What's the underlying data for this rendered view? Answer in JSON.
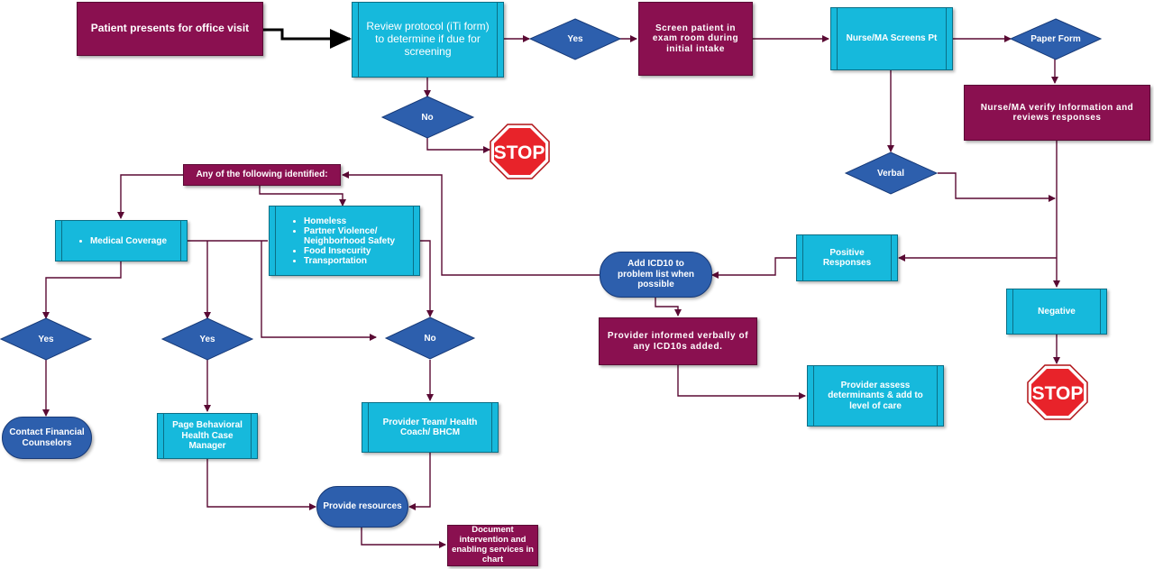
{
  "nodes": {
    "patient_presents": "Patient presents for office visit",
    "review_protocol": "Review protocol (iTi form) to determine if due for screening",
    "screen_patient": "Screen patient in exam room during initial intake",
    "nurse_screens": "Nurse/MA Screens Pt",
    "nurse_verify": "Nurse/MA verify Information and reviews responses",
    "positive_responses": "Positive Responses",
    "negative": "Negative",
    "add_icd10": "Add ICD10 to problem list when possible",
    "provider_informed": "Provider informed verbally of any ICD10s added.",
    "provider_assess": "Provider assess determinants & add to level of care",
    "any_identified": "Any of the following identified:",
    "medical_coverage": "Medical Coverage",
    "conditions": [
      "Homeless",
      "Partner Violence/ Neighborhood Safety",
      "Food Insecurity",
      "Transportation"
    ],
    "contact_financial": "Contact Financial Counselors",
    "page_behavioral": "Page Behavioral Health Case Manager",
    "provider_team": "Provider Team/ Health Coach/ BHCM",
    "provide_resources": "Provide resources",
    "document": "Document intervention and enabling services in chart"
  },
  "decisions": {
    "yes_top": "Yes",
    "no_top": "No",
    "paper_form": "Paper Form",
    "verbal": "Verbal",
    "yes_left": "Yes",
    "yes_mid": "Yes",
    "no_mid": "No"
  },
  "stop_signs": [
    "STOP",
    "STOP"
  ],
  "colors": {
    "purple": "#8a1050",
    "cyan": "#16b9dc",
    "blue": "#2d5fad",
    "connector": "#5a0a34",
    "stop": "#e8232a"
  }
}
